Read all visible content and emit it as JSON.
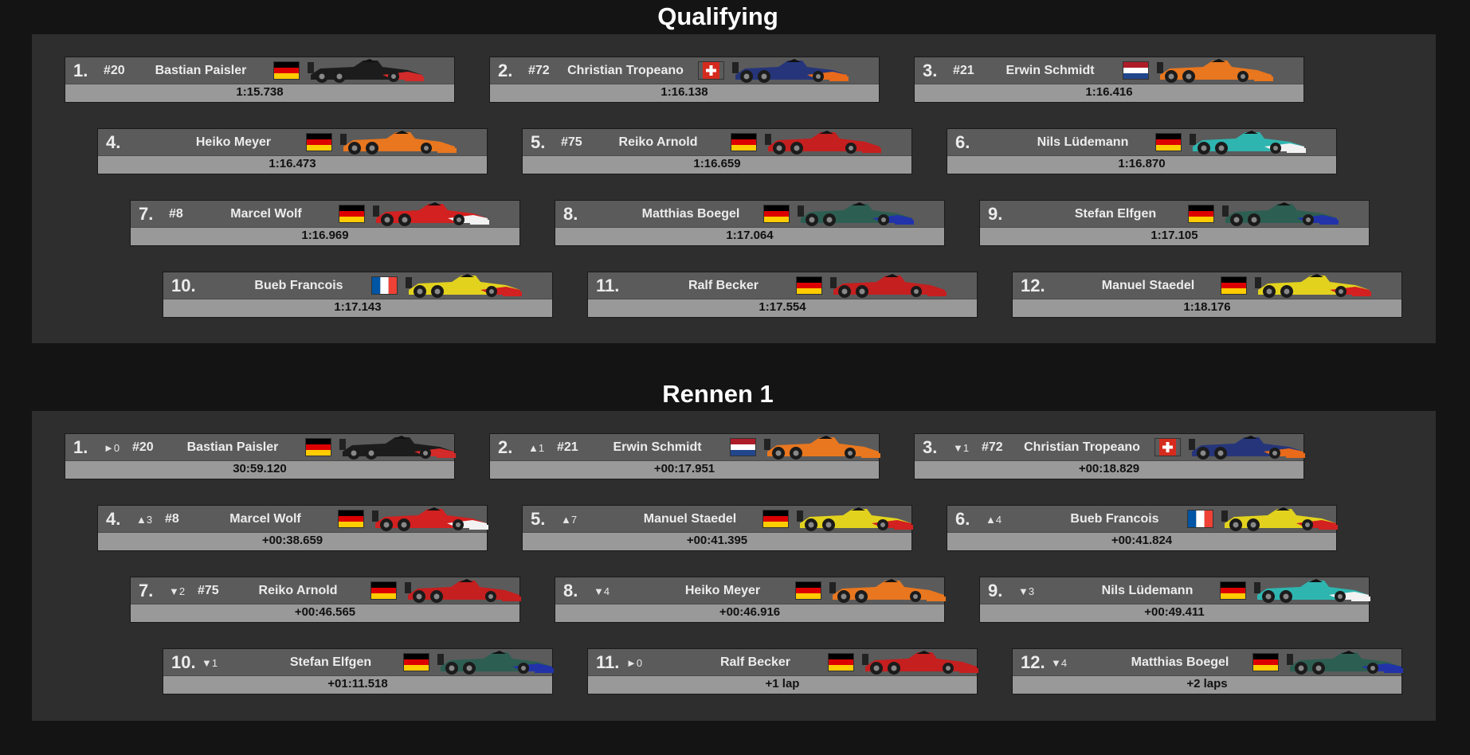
{
  "qualifying": {
    "title": "Qualifying",
    "entries": [
      {
        "pos": "1.",
        "num": "#20",
        "name": "Bastian Paisler",
        "flag": "de",
        "time": "1:15.738",
        "car": {
          "body": "#1c1c1c",
          "accent": "#d32a2a"
        }
      },
      {
        "pos": "2.",
        "num": "#72",
        "name": "Christian Tropeano",
        "flag": "ch",
        "time": "1:16.138",
        "car": {
          "body": "#26357a",
          "accent": "#e86a1a"
        }
      },
      {
        "pos": "3.",
        "num": "#21",
        "name": "Erwin Schmidt",
        "flag": "nl",
        "time": "1:16.416",
        "car": {
          "body": "#e8771f",
          "accent": "#e8771f"
        }
      },
      {
        "pos": "4.",
        "num": "",
        "name": "Heiko Meyer",
        "flag": "de",
        "time": "1:16.473",
        "car": {
          "body": "#e8771f",
          "accent": "#e8771f"
        }
      },
      {
        "pos": "5.",
        "num": "#75",
        "name": "Reiko Arnold",
        "flag": "de",
        "time": "1:16.659",
        "car": {
          "body": "#c51f1f",
          "accent": "#c51f1f"
        }
      },
      {
        "pos": "6.",
        "num": "",
        "name": "Nils Lüdemann",
        "flag": "de",
        "time": "1:16.870",
        "car": {
          "body": "#2fb5b0",
          "accent": "#f2f2f2"
        }
      },
      {
        "pos": "7.",
        "num": "#8",
        "name": "Marcel Wolf",
        "flag": "de",
        "time": "1:16.969",
        "car": {
          "body": "#d32020",
          "accent": "#f2f2f2"
        }
      },
      {
        "pos": "8.",
        "num": "",
        "name": "Matthias Boegel",
        "flag": "de",
        "time": "1:17.064",
        "car": {
          "body": "#2d5e52",
          "accent": "#2233aa"
        }
      },
      {
        "pos": "9.",
        "num": "",
        "name": "Stefan Elfgen",
        "flag": "de",
        "time": "1:17.105",
        "car": {
          "body": "#2d5e52",
          "accent": "#2233aa"
        }
      },
      {
        "pos": "10.",
        "num": "",
        "name": "Bueb Francois",
        "flag": "fr",
        "time": "1:17.143",
        "car": {
          "body": "#e2d21e",
          "accent": "#d32020"
        }
      },
      {
        "pos": "11.",
        "num": "",
        "name": "Ralf Becker",
        "flag": "de",
        "time": "1:17.554",
        "car": {
          "body": "#c51f1f",
          "accent": "#c51f1f"
        }
      },
      {
        "pos": "12.",
        "num": "",
        "name": "Manuel Staedel",
        "flag": "de",
        "time": "1:18.176",
        "car": {
          "body": "#e2d21e",
          "accent": "#d32020"
        }
      }
    ]
  },
  "race": {
    "title": "Rennen 1",
    "entries": [
      {
        "pos": "1.",
        "change": "►0",
        "num": "#20",
        "name": "Bastian Paisler",
        "flag": "de",
        "time": "30:59.120",
        "car": {
          "body": "#1c1c1c",
          "accent": "#d32a2a"
        }
      },
      {
        "pos": "2.",
        "change": "▲1",
        "num": "#21",
        "name": "Erwin Schmidt",
        "flag": "nl",
        "time": "+00:17.951",
        "car": {
          "body": "#e8771f",
          "accent": "#e8771f"
        }
      },
      {
        "pos": "3.",
        "change": "▼1",
        "num": "#72",
        "name": "Christian Tropeano",
        "flag": "ch",
        "time": "+00:18.829",
        "car": {
          "body": "#26357a",
          "accent": "#e86a1a"
        }
      },
      {
        "pos": "4.",
        "change": "▲3",
        "num": "#8",
        "name": "Marcel Wolf",
        "flag": "de",
        "time": "+00:38.659",
        "car": {
          "body": "#d32020",
          "accent": "#f2f2f2"
        }
      },
      {
        "pos": "5.",
        "change": "▲7",
        "num": "",
        "name": "Manuel Staedel",
        "flag": "de",
        "time": "+00:41.395",
        "car": {
          "body": "#e2d21e",
          "accent": "#d32020"
        }
      },
      {
        "pos": "6.",
        "change": "▲4",
        "num": "",
        "name": "Bueb Francois",
        "flag": "fr",
        "time": "+00:41.824",
        "car": {
          "body": "#e2d21e",
          "accent": "#d32020"
        }
      },
      {
        "pos": "7.",
        "change": "▼2",
        "num": "#75",
        "name": "Reiko Arnold",
        "flag": "de",
        "time": "+00:46.565",
        "car": {
          "body": "#c51f1f",
          "accent": "#c51f1f"
        }
      },
      {
        "pos": "8.",
        "change": "▼4",
        "num": "",
        "name": "Heiko Meyer",
        "flag": "de",
        "time": "+00:46.916",
        "car": {
          "body": "#e8771f",
          "accent": "#e8771f"
        }
      },
      {
        "pos": "9.",
        "change": "▼3",
        "num": "",
        "name": "Nils Lüdemann",
        "flag": "de",
        "time": "+00:49.411",
        "car": {
          "body": "#2fb5b0",
          "accent": "#f2f2f2"
        }
      },
      {
        "pos": "10.",
        "change": "▼1",
        "num": "",
        "name": "Stefan Elfgen",
        "flag": "de",
        "time": "+01:11.518",
        "car": {
          "body": "#2d5e52",
          "accent": "#2233aa"
        }
      },
      {
        "pos": "11.",
        "change": "►0",
        "num": "",
        "name": "Ralf Becker",
        "flag": "de",
        "time": "+1 lap",
        "car": {
          "body": "#c51f1f",
          "accent": "#c51f1f"
        }
      },
      {
        "pos": "12.",
        "change": "▼4",
        "num": "",
        "name": "Matthias Boegel",
        "flag": "de",
        "time": "+2 laps",
        "car": {
          "body": "#2d5e52",
          "accent": "#2233aa"
        }
      }
    ]
  }
}
